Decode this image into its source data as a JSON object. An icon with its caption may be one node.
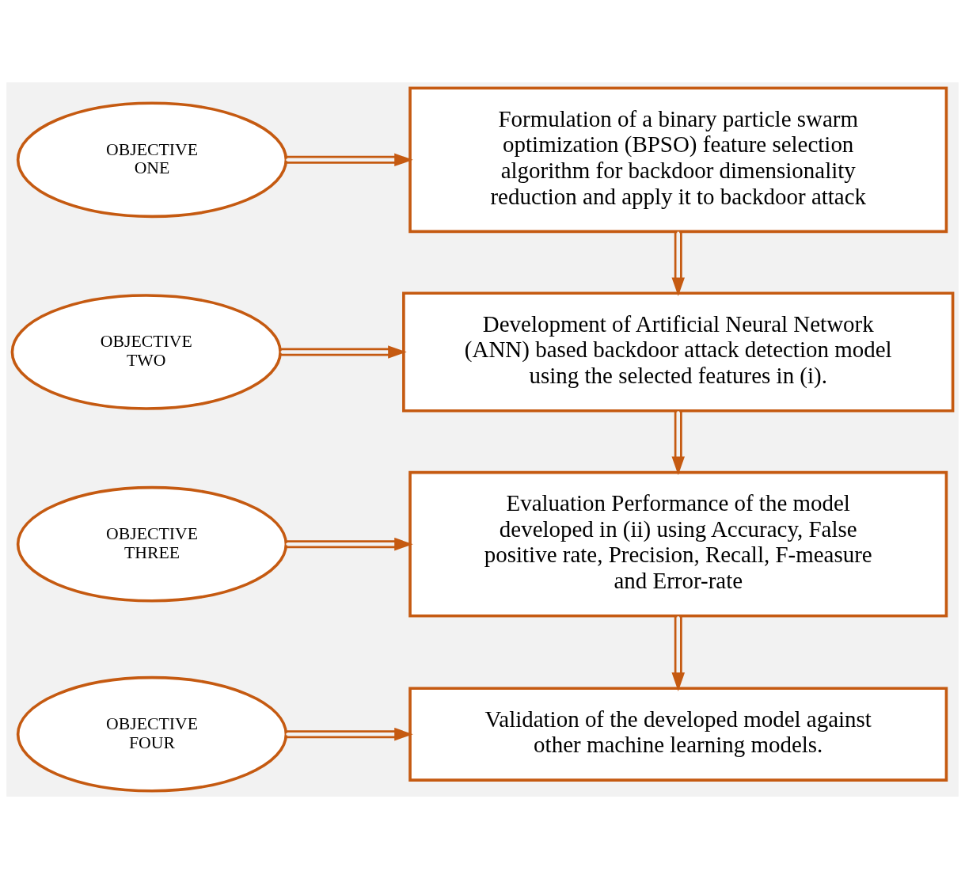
{
  "diagram": {
    "nodes": [
      {
        "text": [
          "OBJECTIVE ONE"
        ]
      },
      {
        "text": [
          "Formulation of a binary particle swarm optimization (BPSO) feature selection algorithm for backdoor dimensionality reduction and apply it to backdoor attack"
        ]
      },
      {
        "text": [
          "OBJECTIVE TWO"
        ]
      },
      {
        "text": [
          "Development of Artificial Neural Network (ANN) based backdoor attack detection model using the selected features in (i)."
        ]
      },
      {
        "text": [
          "OBJECTIVE THREE"
        ]
      },
      {
        "text": [
          "Evaluation Performance of the model developed in (ii) using Accuracy, False positive rate, Precision, Recall, F-measure and Error-rate"
        ]
      },
      {
        "text": [
          "OBJECTIVE FOUR"
        ]
      },
      {
        "text": [
          "Validation of the developed model against other machine learning models."
        ]
      }
    ],
    "edges": [
      {
        "from": 0,
        "to": 1,
        "arrow": "to"
      },
      {
        "from": 1,
        "to": 3,
        "arrow": "to"
      },
      {
        "from": 2,
        "to": 3,
        "arrow": "to"
      },
      {
        "from": 3,
        "to": 5,
        "arrow": "to"
      },
      {
        "from": 4,
        "to": 5,
        "arrow": "to"
      },
      {
        "from": 5,
        "to": 7,
        "arrow": "to"
      },
      {
        "from": 6,
        "to": 7,
        "arrow": "to"
      }
    ]
  }
}
